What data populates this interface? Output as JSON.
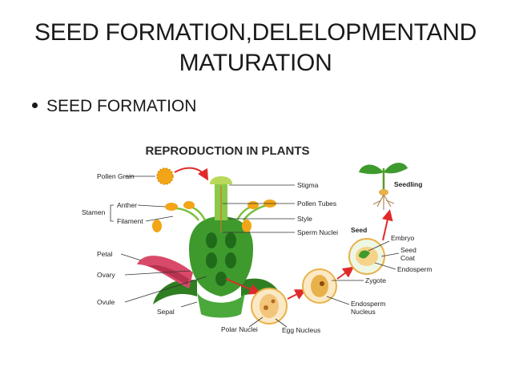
{
  "slide": {
    "title_line1": "SEED FORMATION,DELELOPMENTAND",
    "title_line2": "MATURATION",
    "bullet": "SEED FORMATION"
  },
  "figure": {
    "heading": "REPRODUCTION IN PLANTS",
    "labels": {
      "pollen_grain": "Pollen Grain",
      "anther": "Anther",
      "stamen": "Stamen",
      "filament": "Filament",
      "petal": "Petal",
      "ovary": "Ovary",
      "ovule": "Ovule",
      "sepal": "Sepal",
      "stigma": "Stigma",
      "pollen_tubes": "Pollen Tubes",
      "style": "Style",
      "sperm_nuclei": "Sperm Nuclei",
      "polar_nuclei": "Polar Nuclei",
      "egg_nucleus": "Egg Nucleus",
      "seedling": "Seedling",
      "seed": "Seed",
      "embryo": "Embryo",
      "seed_coat_1": "Seed",
      "seed_coat_2": "Coat",
      "endosperm": "Endosperm",
      "zygote": "Zygote",
      "endosperm_nucleus_1": "Endosperm",
      "endosperm_nucleus_2": "Nucleus"
    },
    "colors": {
      "leaf_green": "#3e9a2c",
      "dark_green": "#1f6b1a",
      "pollen_orange": "#f2a516",
      "petal_pink": "#d94a6a",
      "arrow_red": "#e02a2a",
      "seed_tan": "#e8b24a"
    }
  }
}
